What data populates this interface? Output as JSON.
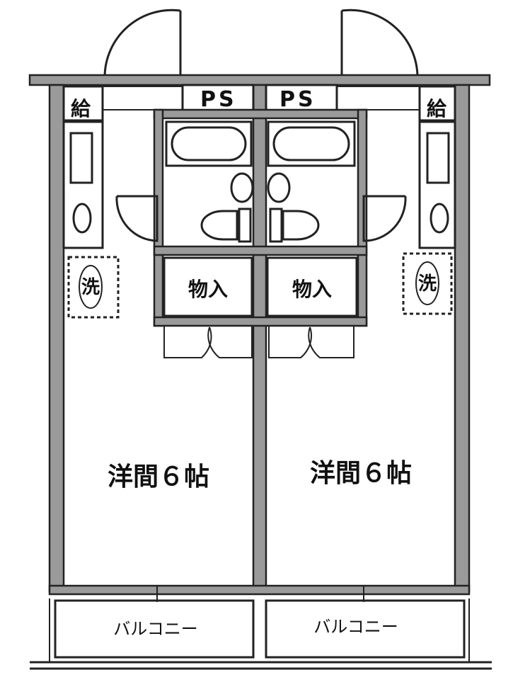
{
  "units": [
    {
      "room_label": "洋間６帖",
      "storage_label": "物入",
      "pipe_shaft_label": "PS",
      "water_heater_label": "給",
      "washer_label": "洗",
      "balcony_label": "バルコニー"
    },
    {
      "room_label": "洋間６帖",
      "storage_label": "物入",
      "pipe_shaft_label": "PS",
      "water_heater_label": "給",
      "washer_label": "洗",
      "balcony_label": "バルコニー"
    }
  ],
  "colors": {
    "wall_fill": "#9a9a9a",
    "line": "#222222",
    "background": "#ffffff"
  }
}
